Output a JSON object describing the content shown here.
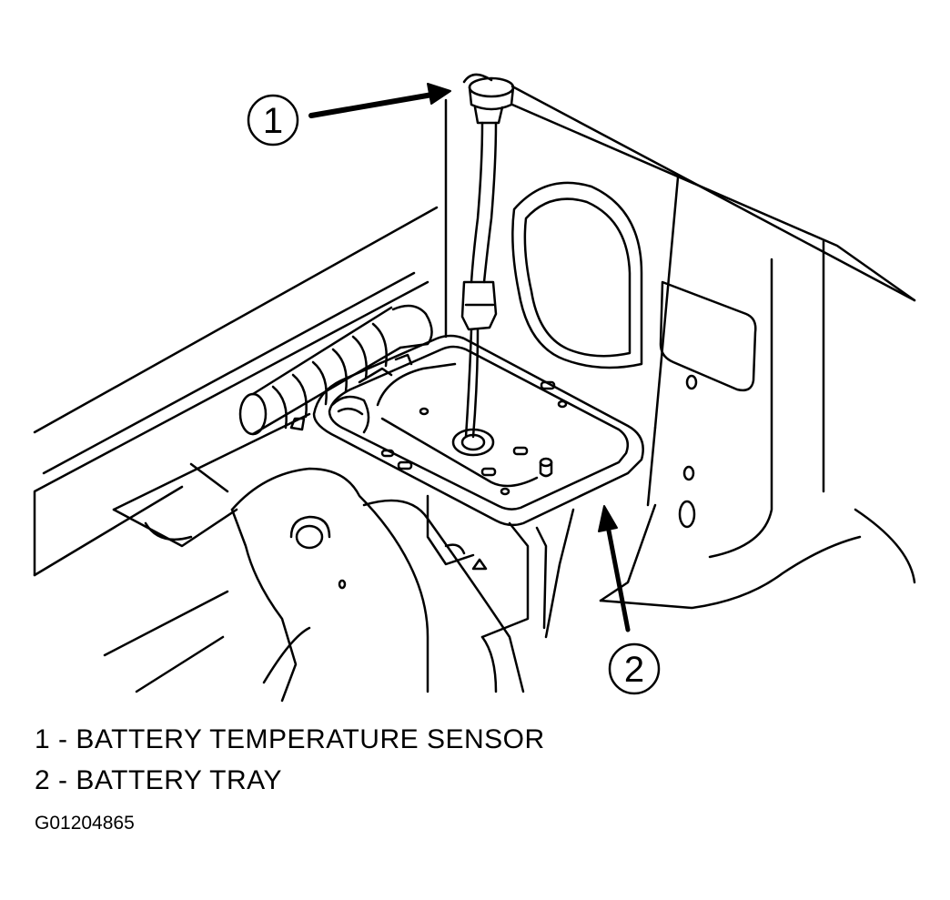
{
  "callouts": [
    {
      "number": "1",
      "label": "BATTERY TEMPERATURE SENSOR"
    },
    {
      "number": "2",
      "label": "BATTERY TRAY"
    }
  ],
  "legend": [
    "1 - BATTERY TEMPERATURE SENSOR",
    "2 - BATTERY TRAY"
  ],
  "figure_id": "G01204865",
  "colors": {
    "line": "#000000",
    "background": "#ffffff"
  }
}
